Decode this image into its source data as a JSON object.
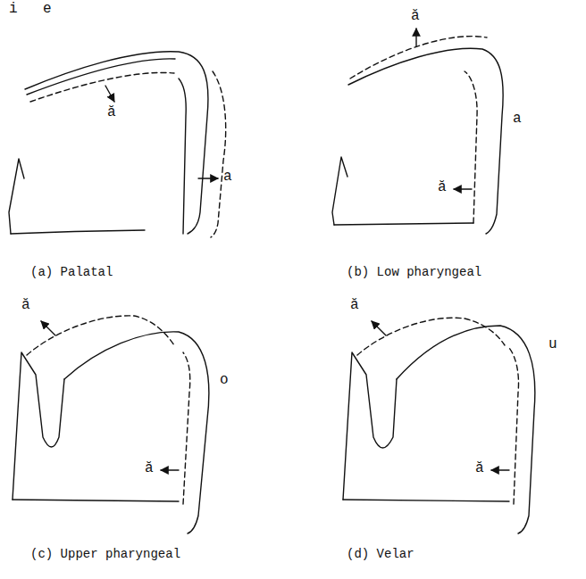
{
  "diagram": {
    "labels": [
      "i",
      "e",
      "ă",
      "a",
      "(a) Palatal",
      "ă",
      "a",
      "ă",
      "(b) Low pharyngeal",
      "ă",
      "o",
      "ă",
      "(c) Upper pharyngeal",
      "ă",
      "u",
      "ă",
      "(d) Velar"
    ]
  }
}
